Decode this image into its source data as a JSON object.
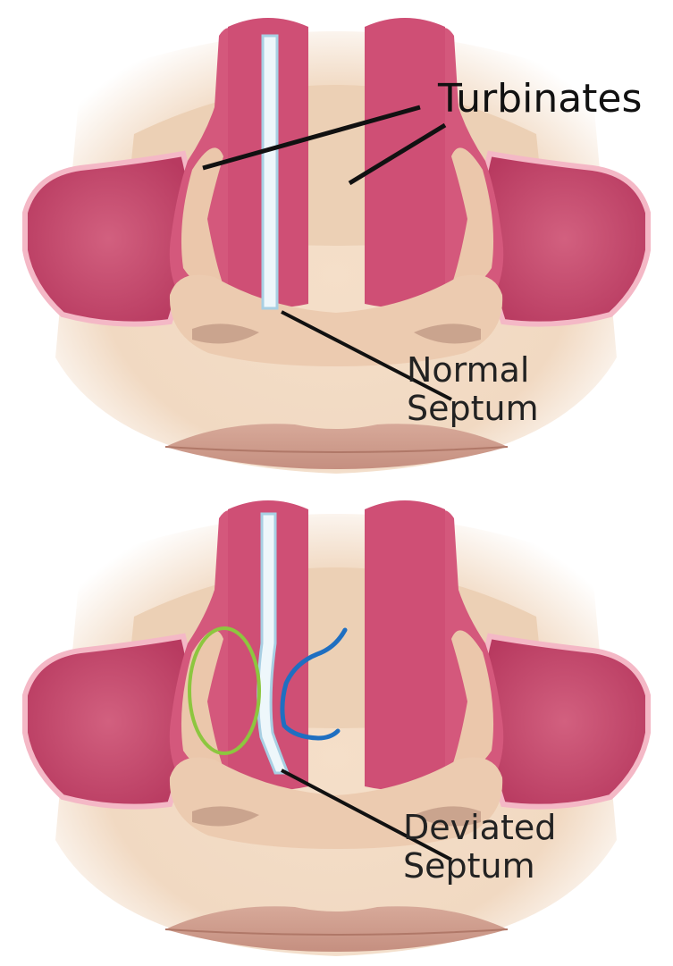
{
  "labels": {
    "turbinates": "Turbinates",
    "normal": {
      "line1": "Normal",
      "line2": "Septum"
    },
    "deviated": {
      "line1": "Deviated",
      "line2": "Septum"
    }
  },
  "colors": {
    "skin": "#f3ddc7",
    "sinus": "#c84a6e",
    "bone": "#e9c4a8",
    "septum": "#c8e4f2",
    "green_annotation": "#8dc63f",
    "blue_annotation": "#1f6fc1",
    "leader_line": "#111111"
  }
}
